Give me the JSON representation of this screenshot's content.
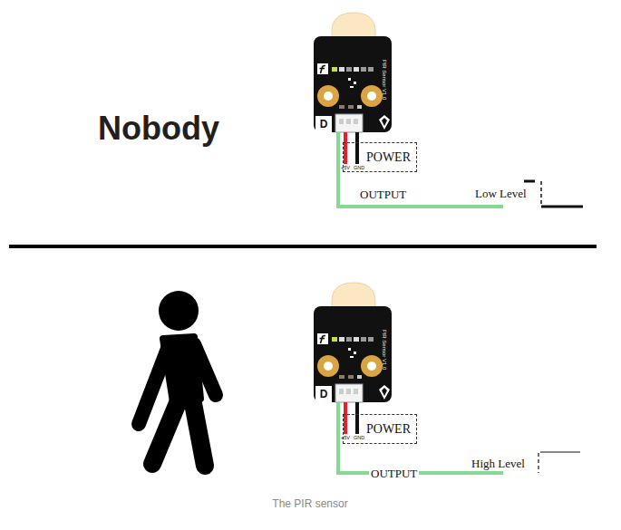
{
  "diagram": {
    "caption": "The PIR sensor",
    "nodes": [
      {
        "text": [
          "POWER"
        ]
      },
      {
        "text": [
          "POWER"
        ]
      }
    ],
    "labels": [
      "Nobody",
      "D",
      "PIR Sensor V1.0",
      "+5V",
      "GND",
      "OUTPUT",
      "Low Level",
      "D",
      "PIR Sensor V1.0",
      "+5V",
      "GND",
      "OUTPUT",
      "High Level"
    ]
  }
}
